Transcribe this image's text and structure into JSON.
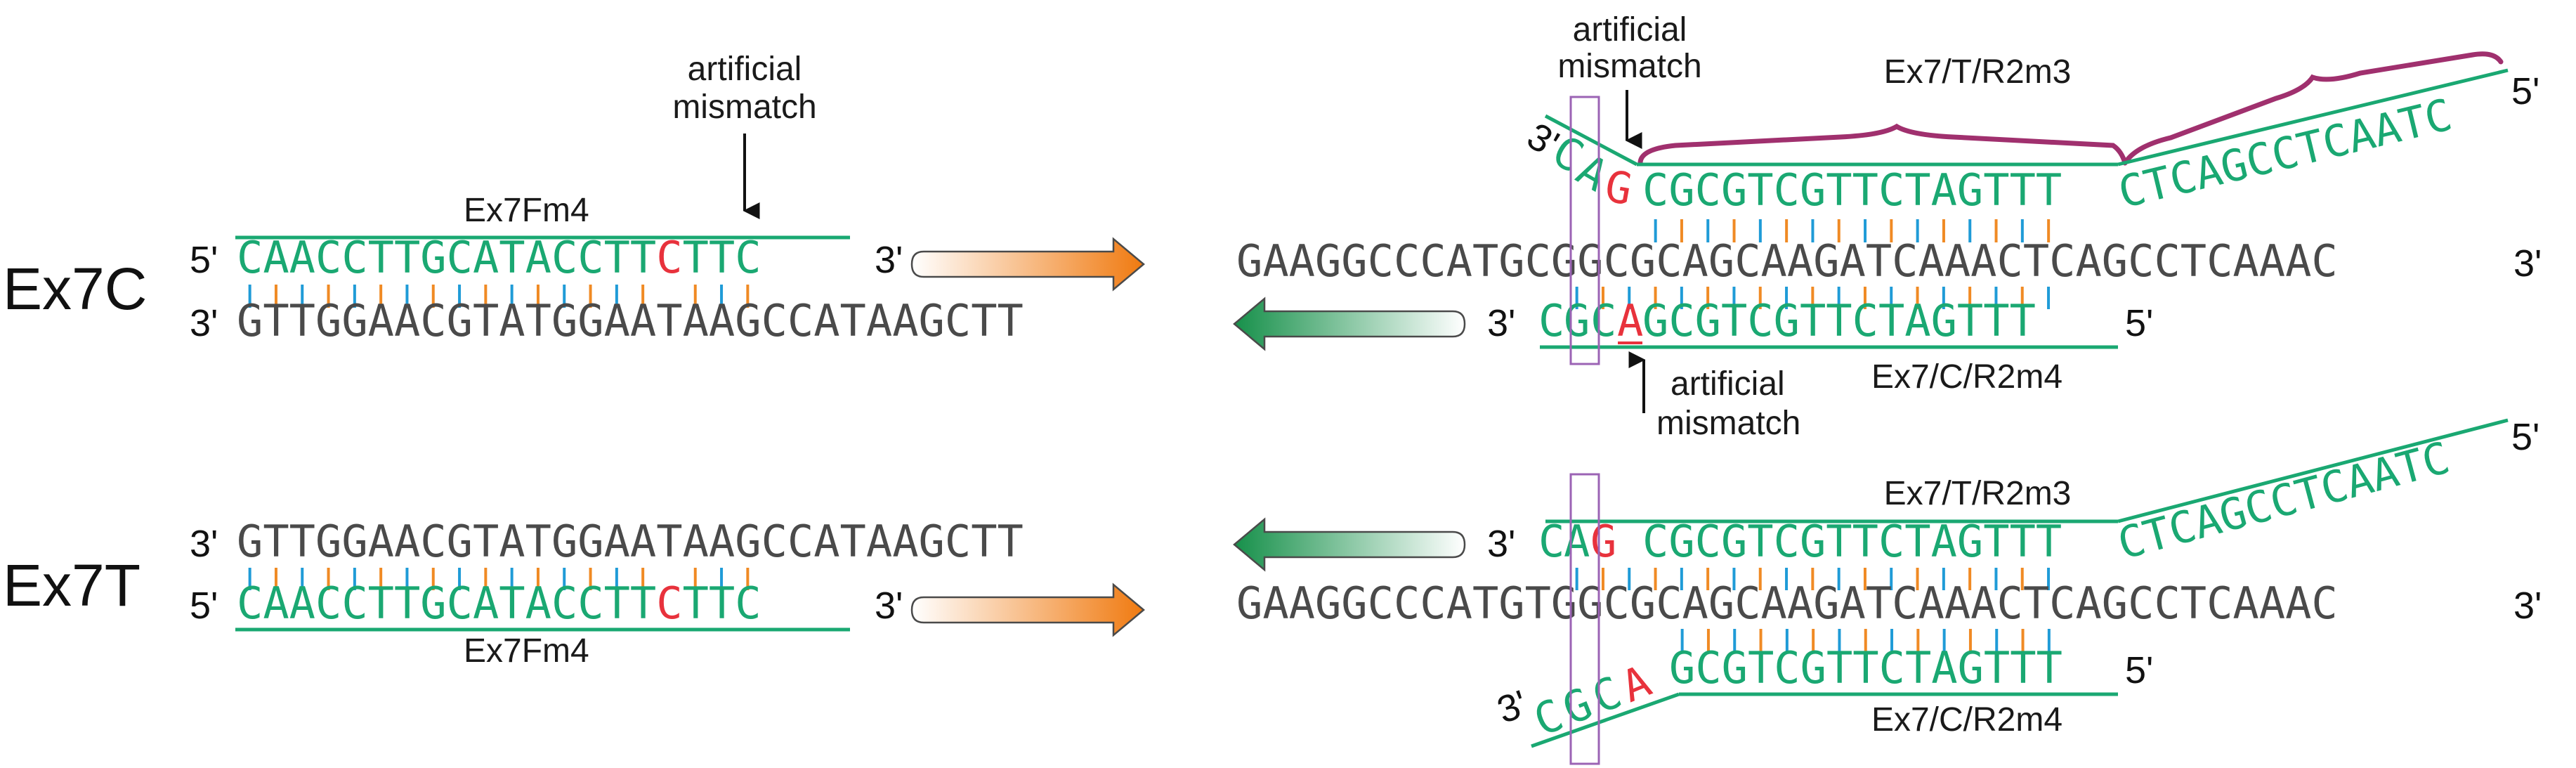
{
  "colors": {
    "template": "#4a4a4a",
    "primer": "#1aa872",
    "mismatch": "#e8323c",
    "bond_blue": "#1f9bd7",
    "bond_orange": "#f08a24",
    "tail_brace": "#a0306e",
    "highlight_box": "#9b63b4",
    "arrow_orange": "#f07a10",
    "arrow_green": "#16904a"
  },
  "labels": {
    "ex7c": "Ex7C",
    "ex7t": "Ex7T",
    "five_prime": "5'",
    "three_prime": "3'",
    "mismatch_line1": "artificial",
    "mismatch_line2": "mismatch"
  },
  "primers": {
    "fwd": "Ex7Fm4",
    "rev_t": "Ex7/T/R2m3",
    "rev_c": "Ex7/C/R2m4"
  },
  "sequences": {
    "fwd_template": "GTTGGAACGTATGGAATAAGCCATAAGCTT",
    "fwd_primer": "CAACCTTGCATACCTTCTTC",
    "ex7c_template": "GAAGGCCCATGCGGCGCAGCAAGATCAAACTCAGCCTCAAAC",
    "ex7t_template": "GAAGGCCCATGTGGCGCAGCAAGATCAAACTCAGCCTCAAAC",
    "rt_3end": "CAG",
    "rt_body": "CGCGTCGTTCTAGTTT",
    "rt_tail": "CTCAGCCTCAATC",
    "rc_3end": "CGCA",
    "rc_body": "GCGTCGTTCTAGTTT"
  }
}
